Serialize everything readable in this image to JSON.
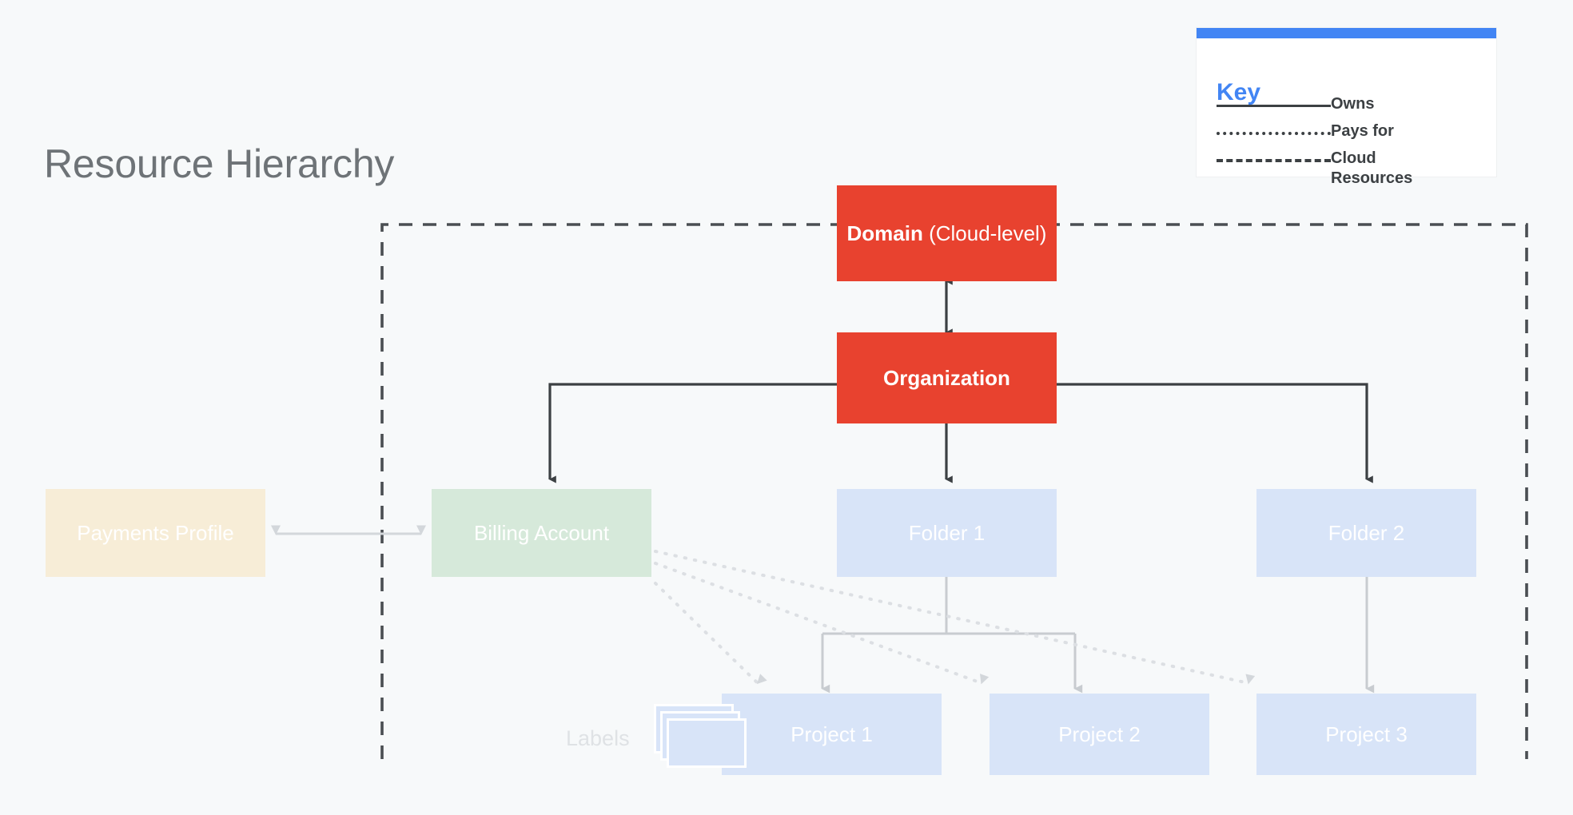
{
  "page": {
    "title": "Resource Hierarchy",
    "background_color": "#F7F9FA"
  },
  "legend": {
    "title": "Key",
    "accent_color": "#4285F4",
    "items": [
      {
        "style": "solid",
        "label": "Owns"
      },
      {
        "style": "dotted",
        "label": "Pays for"
      },
      {
        "style": "dashed",
        "label": "Cloud Resources"
      }
    ]
  },
  "nodes": {
    "domain": {
      "label_strong": "Domain",
      "label_light": " (Cloud-level)",
      "color": "#E8422F",
      "text_color": "#FFFFFF"
    },
    "organization": {
      "label": "Organization",
      "color": "#E8422F",
      "text_color": "#FFFFFF"
    },
    "payments_profile": {
      "label": "Payments Profile",
      "color": "#F7EDD7",
      "text_color": "#FFFFFF"
    },
    "billing_account": {
      "label": "Billing Account",
      "color": "#D6E9DA",
      "text_color": "#FFFFFF"
    },
    "folder_1": {
      "label": "Folder 1",
      "color": "#D8E4F8",
      "text_color": "#FFFFFF"
    },
    "folder_2": {
      "label": "Folder 2",
      "color": "#D8E4F8",
      "text_color": "#FFFFFF"
    },
    "project_1": {
      "label": "Project 1",
      "color": "#D8E4F8",
      "text_color": "#FFFFFF"
    },
    "project_2": {
      "label": "Project 2",
      "color": "#D8E4F8",
      "text_color": "#FFFFFF"
    },
    "project_3": {
      "label": "Project 3",
      "color": "#D8E4F8",
      "text_color": "#FFFFFF"
    },
    "labels": {
      "label": "Labels",
      "text_color": "#DFE2E5"
    }
  },
  "boundary": {
    "name": "Cloud Resources",
    "style": "dashed",
    "color": "#4A4E52"
  }
}
